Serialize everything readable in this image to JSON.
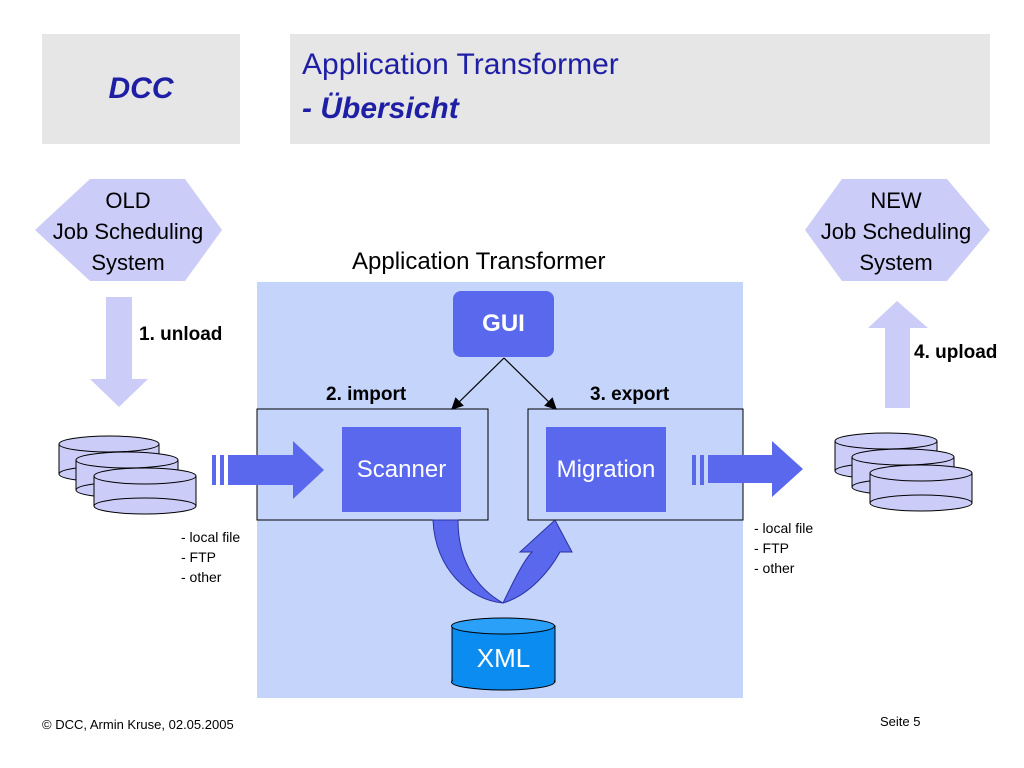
{
  "header": {
    "logo": "DCC",
    "title_line1": "Application Transformer",
    "title_line2_dash": "-",
    "title_line2": "Übersicht"
  },
  "old_system": [
    "OLD",
    "Job Scheduling",
    "System"
  ],
  "new_system": [
    "NEW",
    "Job Scheduling",
    "System"
  ],
  "transformer_title": "Application Transformer",
  "gui_label": "GUI",
  "scanner_label": "Scanner",
  "migration_label": "Migration",
  "xml_label": "XML",
  "steps": {
    "unload": "1. unload",
    "import": "2. import",
    "export": "3. export",
    "upload": "4. upload"
  },
  "sources_left": [
    "- local file",
    "- FTP",
    "- other"
  ],
  "sources_right": [
    "- local file",
    "- FTP",
    "- other"
  ],
  "footer": {
    "copyright": "© DCC, Armin Kruse, 02.05.2005",
    "page": "Seite 5"
  },
  "colors": {
    "title_blue": "#1f1fa6",
    "header_gray": "#e6e6e6",
    "panel_blue": "#c4d4fb",
    "box_blue": "#5a68ee",
    "hexagon": "#ccccf8",
    "arrow_light": "#ccccf8",
    "xml_blue": "#0a8cf0"
  }
}
